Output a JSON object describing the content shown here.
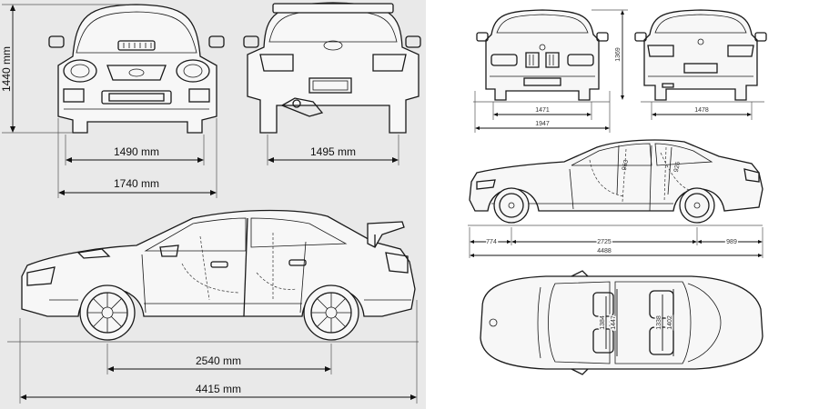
{
  "left_blueprint": {
    "dimensions": {
      "height": "1440 mm",
      "front_track": "1490 mm",
      "rear_track": "1495 mm",
      "width": "1740 mm",
      "wheelbase": "2540 mm",
      "length": "4415 mm"
    }
  },
  "right_blueprint": {
    "dimensions": {
      "height": "1369",
      "front_track": "1471",
      "width": "1947",
      "rear_track": "1478",
      "front_overhang": "774",
      "wheelbase": "2725",
      "rear_overhang": "989",
      "length": "4488",
      "front_seat_headroom": "963",
      "rear_seat_headroom": "926",
      "front_interior_width": "1384",
      "front_shoulder_width": "1447",
      "rear_interior_width": "1338",
      "rear_shoulder_width": "1402"
    }
  },
  "colors": {
    "left_background": "#e9e9e9",
    "right_background": "#ffffff",
    "line": "#1a1a1a"
  }
}
